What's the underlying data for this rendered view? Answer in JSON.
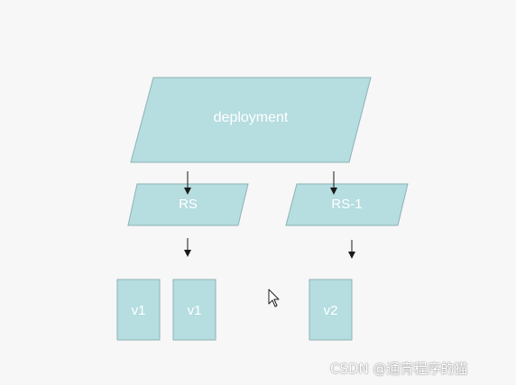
{
  "colors": {
    "background": "#f7f7f7",
    "shape_fill": "#b6dde0",
    "shape_stroke": "#8fb2b5",
    "label": "#ffffff",
    "arrow": "#1a1a1a"
  },
  "nodes": {
    "deployment": {
      "label": "deployment"
    },
    "rs": {
      "label": "RS"
    },
    "rs1": {
      "label": "RS-1"
    },
    "v1a": {
      "label": "v1"
    },
    "v1b": {
      "label": "v1"
    },
    "v2": {
      "label": "v2"
    }
  },
  "watermark": {
    "text": "CSDN @通宵程序的猫"
  },
  "cursor_icon": "mouse-pointer-icon"
}
